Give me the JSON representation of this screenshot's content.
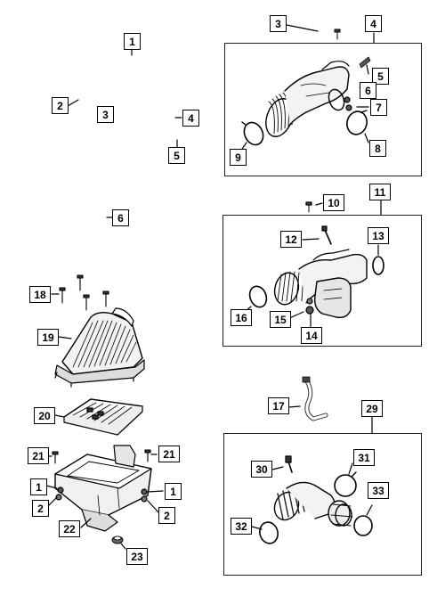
{
  "callouts": {
    "c1": "1",
    "c2": "2",
    "c3": "3",
    "c4": "4",
    "c5": "5",
    "c6": "6",
    "c3b": "3",
    "c4b": "4",
    "c5b": "5",
    "c6b": "6",
    "c7": "7",
    "c8": "8",
    "c9": "9",
    "c10": "10",
    "c11": "11",
    "c12": "12",
    "c13": "13",
    "c14": "14",
    "c15": "15",
    "c16": "16",
    "c17": "17",
    "c18": "18",
    "c19": "19",
    "c20": "20",
    "c21a": "21",
    "c21b": "21",
    "c1c": "1",
    "c1d": "1",
    "c2c": "2",
    "c2d": "2",
    "c22": "22",
    "c23": "23",
    "c29": "29",
    "c30": "30",
    "c31": "31",
    "c32": "32",
    "c33": "33"
  },
  "colors": {
    "line": "#000000",
    "fill": "#ffffff",
    "shade": "#cfcfcf",
    "dark": "#3a3a3a"
  }
}
